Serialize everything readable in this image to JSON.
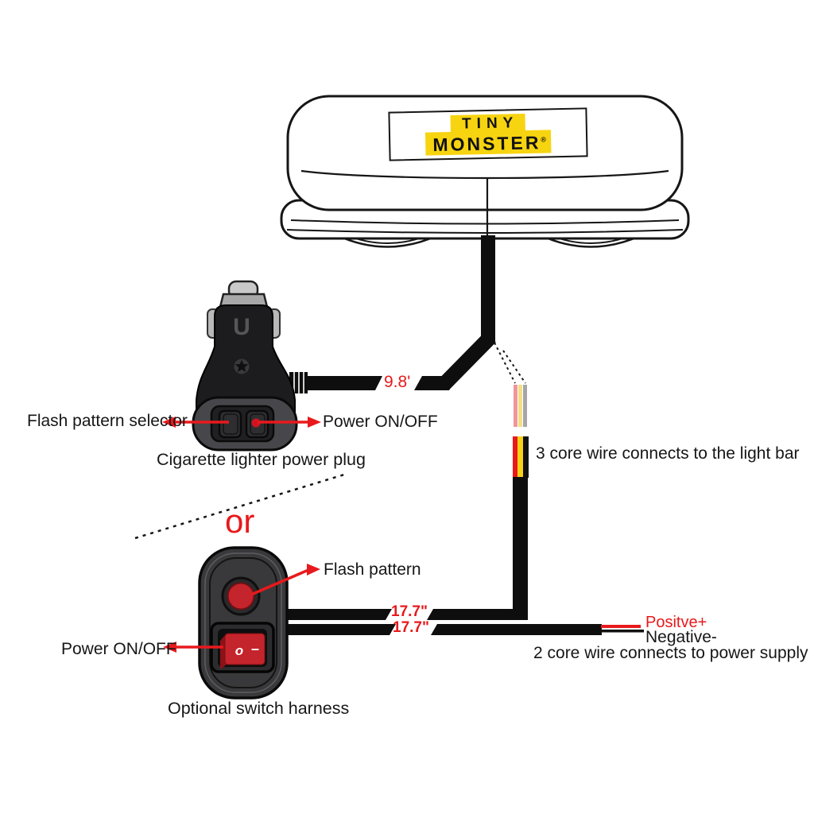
{
  "colors": {
    "accent_red": "#e8191c",
    "logo_yellow": "#f7d410",
    "wire_black": "#0e0e0e",
    "core_red": "#e8191c",
    "core_yellow": "#f7d117",
    "faded_red": "#f0969a",
    "faded_yellow": "#f2df86",
    "faded_gray": "#a6a6a8"
  },
  "light_bar": {
    "logo_line1": "TINY",
    "logo_line2": "MONSTER",
    "registered_mark": "®"
  },
  "cigarette_plug": {
    "flash_selector_label": "Flash pattern selector",
    "power_label": "Power ON/OFF",
    "caption": "Cigarette lighter power plug",
    "body_u_mark": "U",
    "wire_length": "9.8'"
  },
  "notes": {
    "three_core": "3 core wire connects to the light bar",
    "two_core": "2 core wire connects to power supply",
    "or_text": "or"
  },
  "switch_harness": {
    "flash_label": "Flash pattern",
    "power_label": "Power ON/OFF",
    "caption": "Optional switch harness",
    "wire_length_top": "17.7\"",
    "wire_length_bottom": "17.7\"",
    "rocker_off_mark": "o",
    "rocker_on_mark": "–"
  },
  "power_supply": {
    "positive": "Positve+",
    "negative": "Negative-"
  }
}
